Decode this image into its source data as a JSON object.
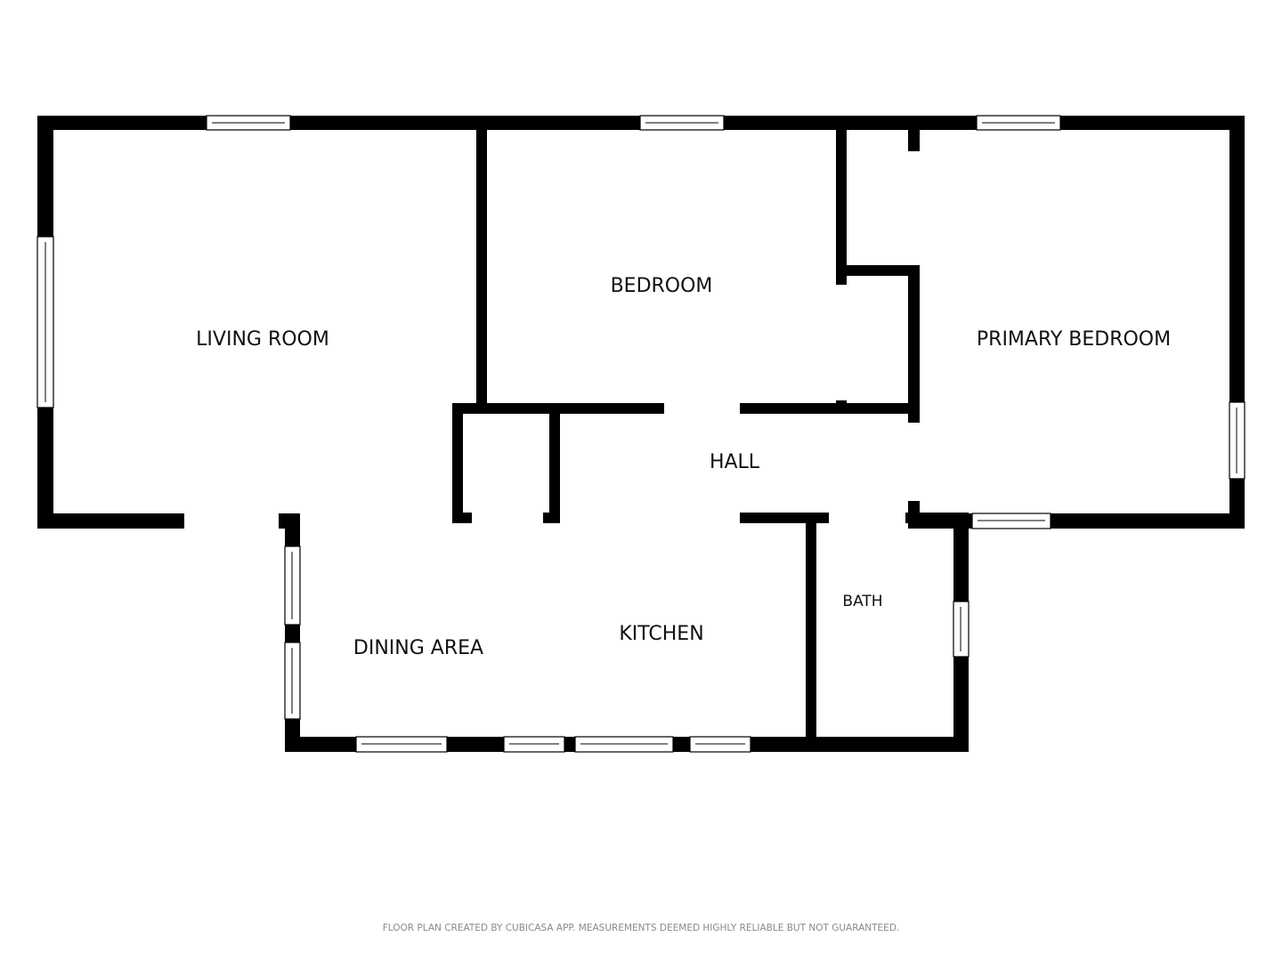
{
  "rooms": {
    "living_room": "LIVING ROOM",
    "bedroom": "BEDROOM",
    "primary_bedroom": "PRIMARY BEDROOM",
    "hall": "HALL",
    "dining_area": "DINING AREA",
    "kitchen": "KITCHEN",
    "bath": "BATH"
  },
  "footer": {
    "note": "FLOOR PLAN CREATED BY CUBICASA APP. MEASUREMENTS DEEMED HIGHLY RELIABLE BUT NOT GUARANTEED."
  },
  "colors": {
    "wall": "#000000",
    "background": "#ffffff",
    "label": "#111111",
    "footer_text": "#8a8a8a"
  }
}
